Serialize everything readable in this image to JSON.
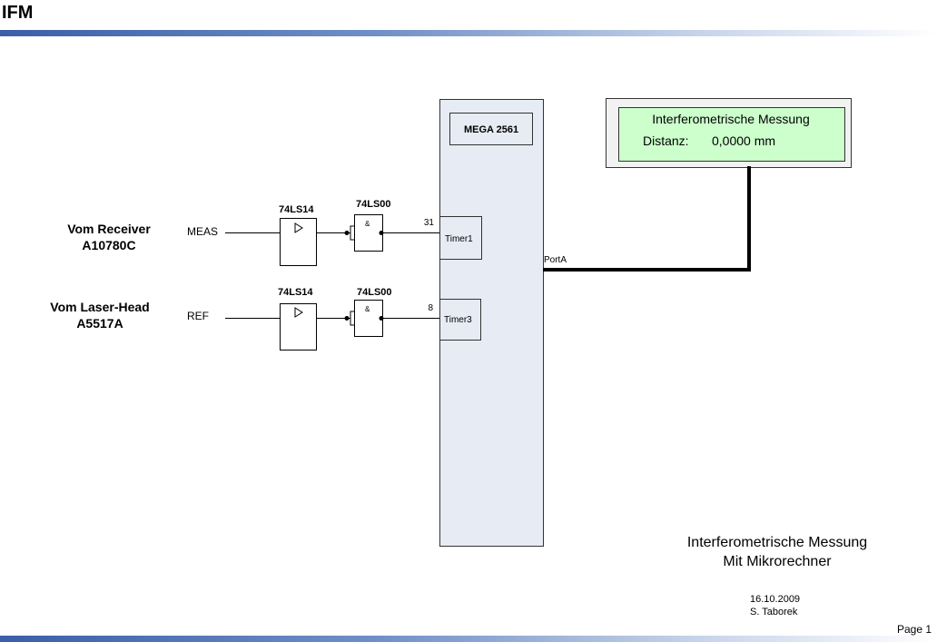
{
  "header": {
    "title": "IFM"
  },
  "footer": {
    "page_label": "Page 1"
  },
  "diagram": {
    "source_meas": {
      "line1": "Vom Receiver",
      "line2": "A10780C",
      "signal": "MEAS"
    },
    "source_ref": {
      "line1": "Vom Laser-Head",
      "line2": "A5517A",
      "signal": "REF"
    },
    "schmitt_trigger_top": "74LS14",
    "schmitt_trigger_bottom": "74LS14",
    "nand_gate_top": "74LS00",
    "nand_gate_bottom": "74LS00",
    "nand_symbol": "&",
    "mcu": {
      "name": "MEGA 2561",
      "timer1": {
        "label": "Timer1",
        "pin": "31"
      },
      "timer3": {
        "label": "Timer3",
        "pin": "8"
      },
      "port": "PortA"
    },
    "display": {
      "line1": "Interferometrische Messung",
      "distance_label": "Distanz:",
      "distance_value": "0,0000 mm"
    },
    "colors": {
      "mcu_fill": "#e6ebf4",
      "display_fill": "#ccffcc",
      "header_bar": "#3a5fa8"
    }
  },
  "caption": {
    "line1": "Interferometrische Messung",
    "line2": "Mit Mikrorechner"
  },
  "meta": {
    "date": "16.10.2009",
    "author": "S. Taborek"
  }
}
